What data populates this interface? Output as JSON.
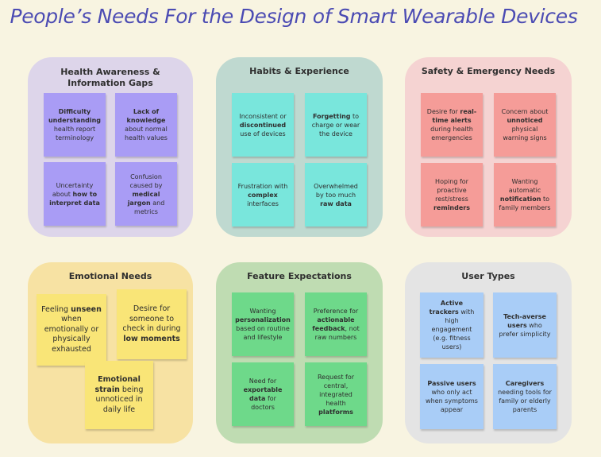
{
  "title": "People’s Needs For the Design of Smart Wearable Devices",
  "groups": {
    "health": {
      "title_line1": "Health Awareness &",
      "title_line2": "Information Gaps",
      "notes": [
        {
          "a": "",
          "b": "Difficulty understanding",
          "c": " health report terminology"
        },
        {
          "a": "",
          "b": "Lack of knowledge",
          "c": " about normal health values"
        },
        {
          "a": "Uncertainty about ",
          "b": "how to interpret data",
          "c": ""
        },
        {
          "a": "Confusion caused by ",
          "b": "medical jargon",
          "c": " and metrics"
        }
      ]
    },
    "habits": {
      "title": "Habits & Experience",
      "notes": [
        {
          "a": "Inconsistent or ",
          "b": "discontinued",
          "c": " use of devices"
        },
        {
          "a": "",
          "b": "Forgetting",
          "c": " to charge or wear the device"
        },
        {
          "a": "Frustration with ",
          "b": "complex",
          "c": " interfaces"
        },
        {
          "a": "Overwhelmed by too much ",
          "b": "raw data",
          "c": ""
        }
      ]
    },
    "safety": {
      "title": "Safety & Emergency Needs",
      "notes": [
        {
          "a": "Desire for ",
          "b": "real-time alerts",
          "c": " during health emergencies"
        },
        {
          "a": "Concern about ",
          "b": "unnoticed",
          "c": " physical warning signs"
        },
        {
          "a": "Hoping for proactive rest/stress ",
          "b": "reminders",
          "c": ""
        },
        {
          "a": "Wanting automatic ",
          "b": "notification",
          "c": " to family members"
        }
      ]
    },
    "emotional": {
      "title": "Emotional Needs",
      "notes": [
        {
          "a": "Feeling ",
          "b": "unseen",
          "c": " when emotionally or physically exhausted"
        },
        {
          "a": "Desire for someone to check in during ",
          "b": "low moments",
          "c": ""
        },
        {
          "a": "",
          "b": "Emotional strain",
          "c": " being unnoticed in daily life"
        }
      ]
    },
    "feature": {
      "title": "Feature Expectations",
      "notes": [
        {
          "a": "Wanting ",
          "b": "personalization",
          "c": " based on routine and lifestyle"
        },
        {
          "a": "Preference for ",
          "b": "actionable feedback",
          "c": ", not raw numbers"
        },
        {
          "a": "Need for ",
          "b": "exportable data",
          "c": " for doctors"
        },
        {
          "a": "Request for central, integrated health ",
          "b": "platforms",
          "c": ""
        }
      ]
    },
    "users": {
      "title": "User Types",
      "notes": [
        {
          "a": "",
          "b": "Active trackers",
          "c": " with high engagement (e.g. fitness users)"
        },
        {
          "a": "",
          "b": "Tech-averse users",
          "c": " who prefer simplicity"
        },
        {
          "a": "",
          "b": "Passive users",
          "c": " who only act when symptoms appear"
        },
        {
          "a": "",
          "b": "Caregivers",
          "c": " needing tools for family or elderly parents"
        }
      ]
    }
  },
  "colors": {
    "background": "#f8f4e1",
    "title": "#4b4bb3",
    "health_group": "#ddd5ea",
    "health_note": "#a99cf5",
    "habits_group": "#bfd9d0",
    "habits_note": "#79e6dc",
    "safety_group": "#f5d3d2",
    "safety_note": "#f59c98",
    "emotional_group": "#f7e2a3",
    "emotional_note": "#f9e577",
    "feature_group": "#bfdcb2",
    "feature_note": "#6ed98a",
    "users_group": "#e4e4e4",
    "users_note": "#a9cdf7"
  }
}
